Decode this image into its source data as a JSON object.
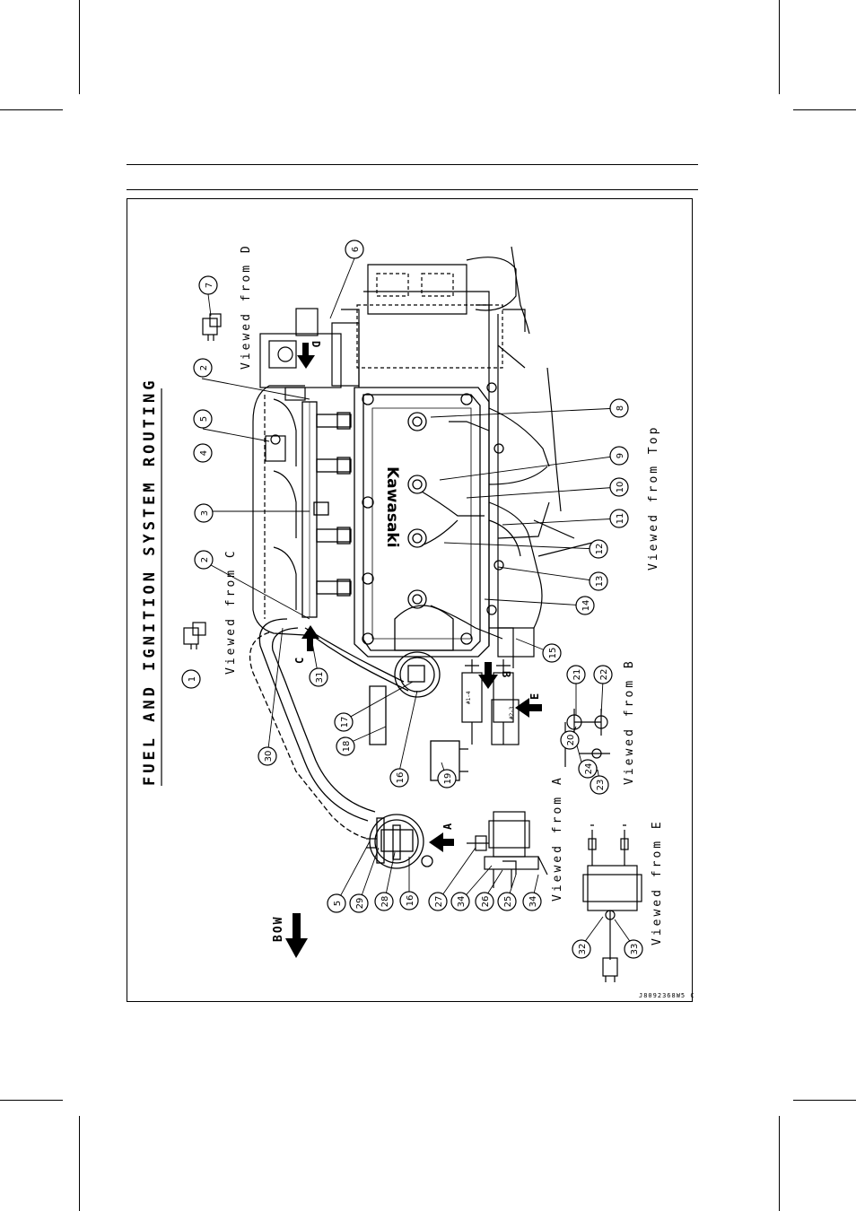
{
  "title": "FUEL AND IGNITION SYSTEM ROUTING",
  "view_labels": {
    "from_c": "Viewed from C",
    "from_d": "Viewed from D",
    "from_top": "Viewed from Top",
    "from_b": "Viewed from B",
    "from_a": "Viewed from A",
    "from_e": "Viewed from E"
  },
  "arrow_labels": {
    "a": "A",
    "b": "B",
    "c": "C",
    "d": "D",
    "e": "E"
  },
  "bow_label": "BOW",
  "engine_brand": "Kawasaki",
  "coil_labels": [
    "#1-4",
    "#2-3"
  ],
  "drawing_code": "J8092368W5 C",
  "callouts": [
    "1",
    "2",
    "3",
    "4",
    "5",
    "6",
    "7",
    "8",
    "9",
    "10",
    "11",
    "12",
    "13",
    "14",
    "15",
    "16",
    "17",
    "18",
    "19",
    "20",
    "21",
    "22",
    "23",
    "24",
    "25",
    "26",
    "27",
    "28",
    "29",
    "30",
    "31",
    "32",
    "33",
    "34",
    "2",
    "5",
    "16",
    "34"
  ],
  "colors": {
    "ink": "#000000",
    "paper": "#ffffff"
  }
}
